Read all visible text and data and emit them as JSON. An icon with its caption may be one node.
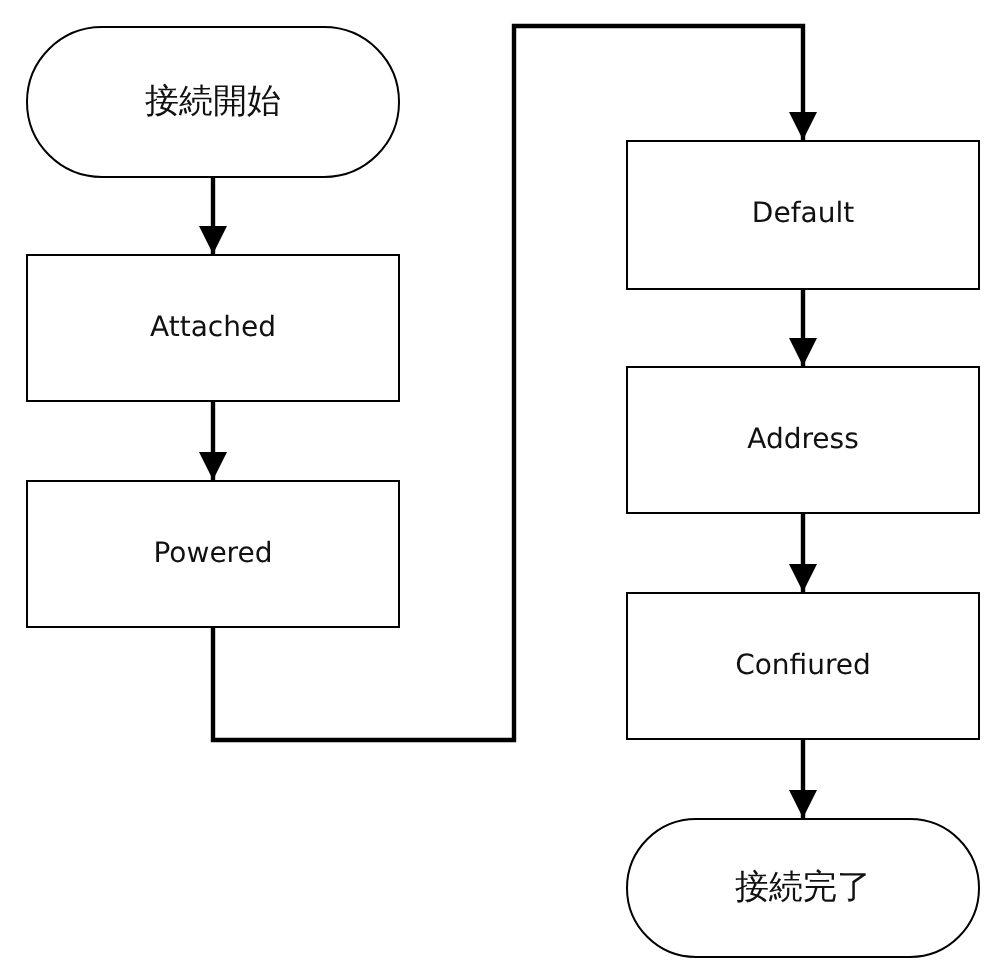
{
  "diagram": {
    "nodes": [
      {
        "text": [
          "接続開始"
        ]
      },
      {
        "text": [
          "Attached"
        ]
      },
      {
        "text": [
          "Powered"
        ]
      },
      {
        "text": [
          "Default"
        ]
      },
      {
        "text": [
          "Address"
        ]
      },
      {
        "text": [
          "Confiured"
        ]
      },
      {
        "text": [
          "接続完了"
        ]
      }
    ],
    "edges": [
      {
        "from": 0,
        "to": 1,
        "arrow": "to"
      },
      {
        "from": 1,
        "to": 2,
        "arrow": "to"
      },
      {
        "from": 2,
        "to": 3,
        "arrow": "to"
      },
      {
        "from": 3,
        "to": 4,
        "arrow": "to"
      },
      {
        "from": 4,
        "to": 5,
        "arrow": "to"
      },
      {
        "from": 5,
        "to": 6,
        "arrow": "to"
      }
    ]
  }
}
